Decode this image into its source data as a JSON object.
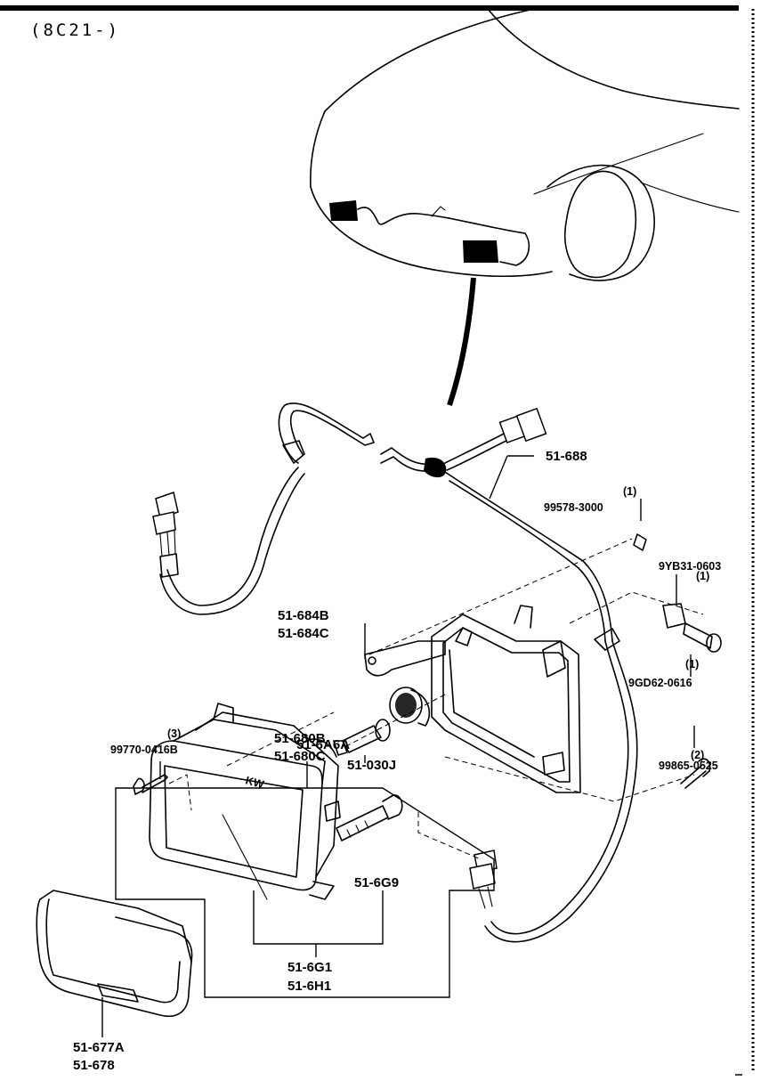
{
  "header": {
    "code": "(8C21-)"
  },
  "parts": {
    "harness": "51-688",
    "clip_qty": "(1)",
    "clip": "99578-3000",
    "nut_qty": "(1)",
    "nut": "9YB31-0603",
    "bracket_b": "51-684B",
    "bracket_c": "51-684C",
    "bolt_qty": "(1)",
    "bolt": "9GD62-0616",
    "fog_lamp_b": "51-680B",
    "fog_lamp_c": "51-680C",
    "screw_left_qty": "(3)",
    "screw_left": "99770-0416B",
    "screw_right_qty": "(2)",
    "screw_right": "99865-0525",
    "socket": "51-6A6A",
    "bulb": "51-030J",
    "adjuster": "51-6G9",
    "lens_g1": "51-6G1",
    "lens_h1": "51-6H1",
    "bezel_a": "51-677A",
    "bezel": "51-678"
  },
  "colors": {
    "ink": "#000000",
    "paper": "#ffffff"
  }
}
